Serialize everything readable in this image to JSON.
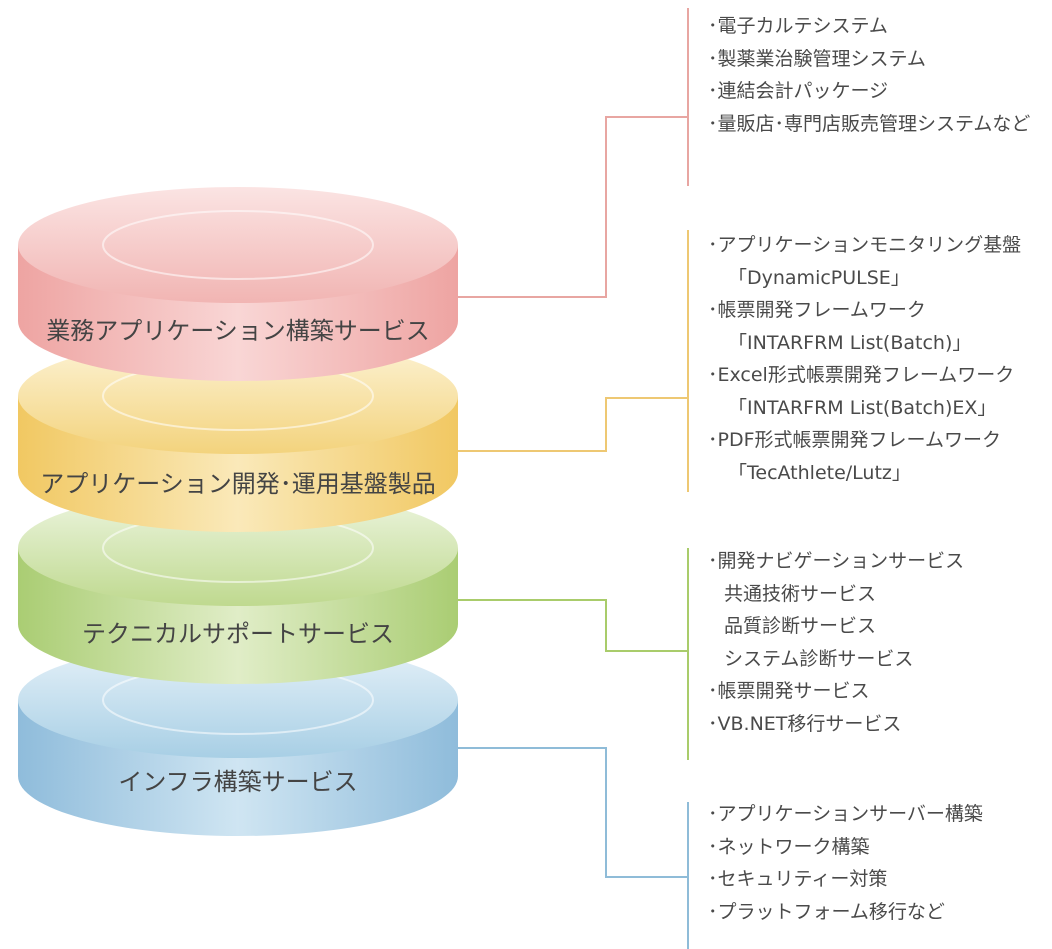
{
  "layers": [
    {
      "id": "business",
      "label": "業務アプリケーション構築サービス",
      "color": "#f3b3b1"
    },
    {
      "id": "platform",
      "label": "アプリケーション開発･運用基盤製品",
      "color": "#f6d27a"
    },
    {
      "id": "technical",
      "label": "テクニカルサポートサービス",
      "color": "#b9d57f"
    },
    {
      "id": "infra",
      "label": "インフラ構築サービス",
      "color": "#9fcbe2"
    }
  ],
  "groups": {
    "business": {
      "accent": "#e8a6a2",
      "items": [
        "･電子カルテシステム",
        "･製薬業治験管理システム",
        "･連結会計パッケージ",
        "･量販店･専門店販売管理システムなど"
      ]
    },
    "platform": {
      "accent": "#eec873",
      "items": [
        "･アプリケーションモニタリング基盤",
        "「DynamicPULSE」",
        "･帳票開発フレームワーク",
        "「INTARFRM List(Batch)」",
        "･Excel形式帳票開発フレームワーク",
        "「INTARFRM List(Batch)EX」",
        "･PDF形式帳票開発フレームワーク",
        "「TecAthlete/Lutz」"
      ]
    },
    "technical": {
      "accent": "#a9cc6b",
      "items": [
        "･開発ナビゲーションサービス",
        "共通技術サービス",
        "品質診断サービス",
        "システム診断サービス",
        "･帳票開発サービス",
        "･VB.NET移行サービス"
      ]
    },
    "infra": {
      "accent": "#8fbcd8",
      "items": [
        "･アプリケーションサーバー構築",
        "･ネットワーク構築",
        "･セキュリティー対策",
        "･プラットフォーム移行など"
      ]
    }
  }
}
